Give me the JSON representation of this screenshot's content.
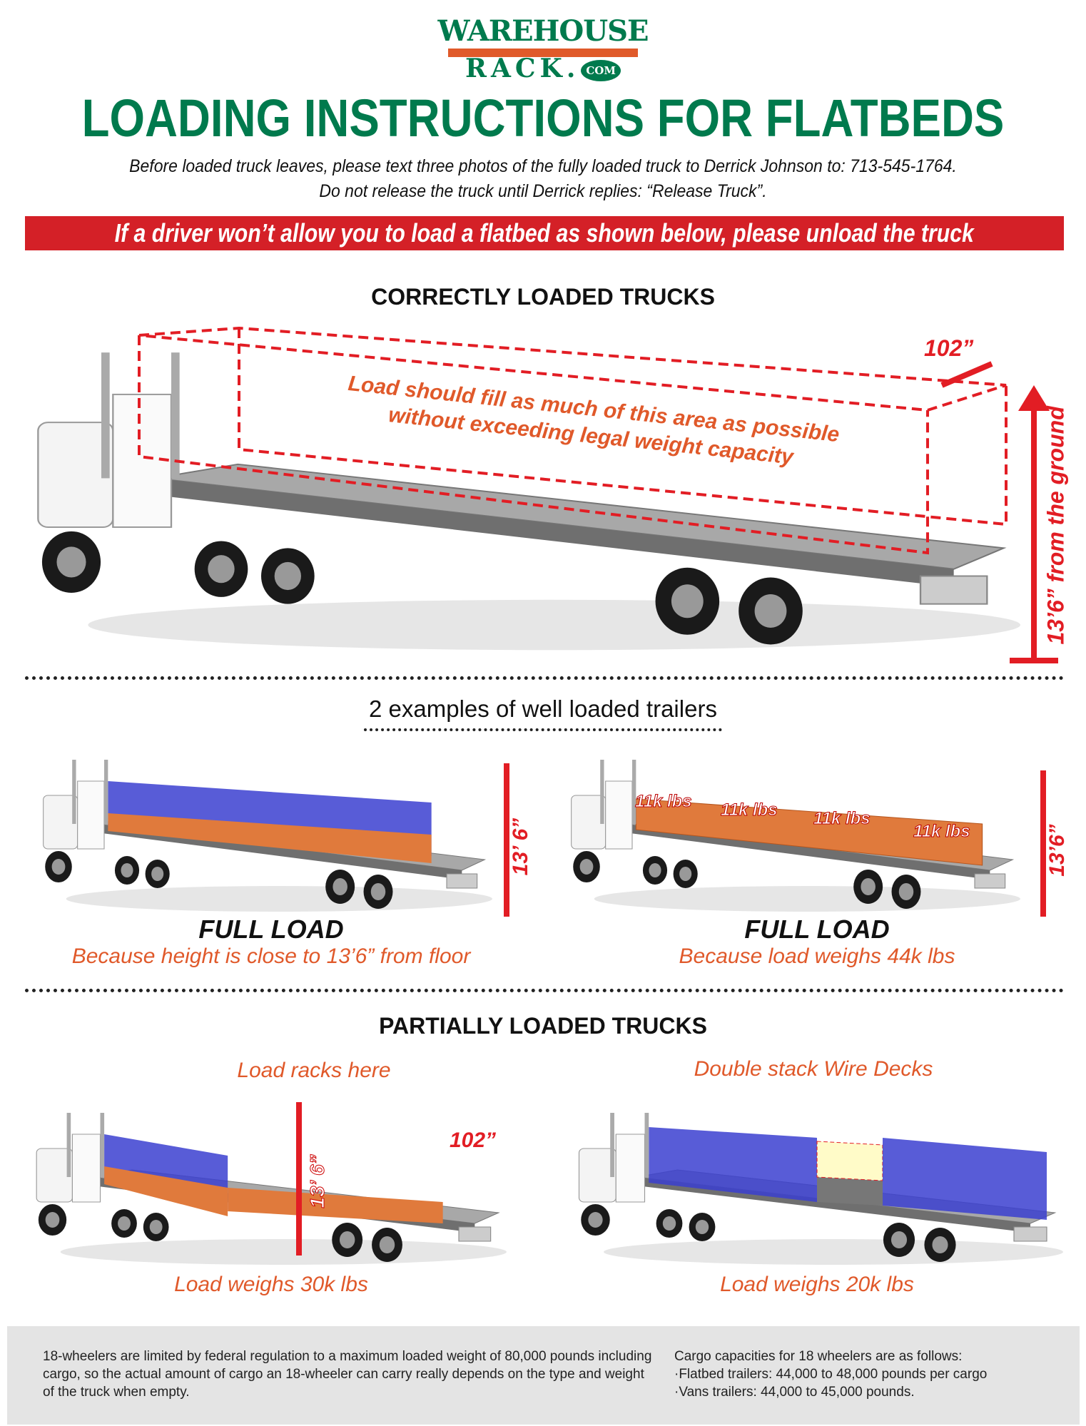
{
  "logo": {
    "line1": "WAREHOUSE",
    "line2": "RACK.",
    "com": "COM"
  },
  "title": "LOADING INSTRUCTIONS FOR FLATBEDS",
  "intro": {
    "line1": "Before loaded truck leaves, please text three photos of the fully loaded truck to Derrick Johnson to: 713-545-1764.",
    "line2": "Do not release the truck until Derrick replies: “Release Truck”."
  },
  "banner": "If a driver won’t allow you to load a flatbed as shown below, please unload the truck",
  "correct": {
    "heading": "CORRECTLY LOADED TRUCKS",
    "fill_line1": "Load should fill as much of this area as possible",
    "fill_line2": "without exceeding legal weight capacity",
    "width": "102”",
    "height": "13’6” from the ground"
  },
  "examples": {
    "heading": "2 examples of well loaded trailers",
    "items": [
      {
        "title": "FULL LOAD",
        "reason": "Because height is close to 13’6” from floor",
        "height": "13’ 6”"
      },
      {
        "title": "FULL LOAD",
        "reason": "Because load weighs 44k lbs",
        "height": "13’6”",
        "weights": [
          "11k lbs",
          "11k lbs",
          "11k lbs",
          "11k lbs"
        ]
      }
    ]
  },
  "partial": {
    "heading": "PARTIALLY LOADED TRUCKS",
    "items": [
      {
        "label": "Load racks here",
        "weight": "Load weighs 30k lbs",
        "height": "13’ 6”",
        "width": "102”"
      },
      {
        "label": "Double stack Wire Decks",
        "weight": "Load weighs 20k lbs"
      }
    ]
  },
  "footer": {
    "left": "18-wheelers are limited by federal regulation to a maximum loaded weight of 80,000 pounds including cargo, so the actual amount of cargo an 18-wheeler can carry really depends on the type and weight of the truck when empty.",
    "right_title": "Cargo capacities for 18 wheelers are as follows:",
    "right_items": [
      "·Flatbed trailers: 44,000 to 48,000 pounds per cargo",
      "·Vans trailers: 44,000 to 45,000 pounds."
    ]
  },
  "colors": {
    "brand": "#007a4d",
    "banner": "#d42027",
    "accent": "#e0592a",
    "rack": "#3b3fd0",
    "cargo": "#e07a3c"
  }
}
